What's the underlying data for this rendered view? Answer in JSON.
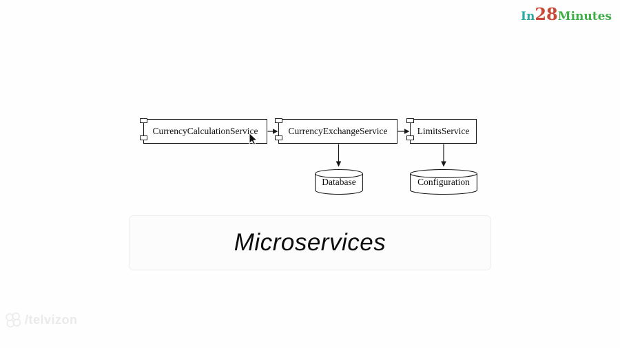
{
  "brand": {
    "prefix": "In",
    "number": "28",
    "suffix": "Minutes",
    "prefix_color": "#2ba8a0",
    "number_color": "#c64a37",
    "suffix_color": "#3fae49"
  },
  "diagram": {
    "line_color": "#1a1a1a",
    "components": [
      {
        "label": "CurrencyCalculationService"
      },
      {
        "label": "CurrencyExchangeService"
      },
      {
        "label": "LimitsService"
      }
    ],
    "datastores": [
      {
        "label": "Database"
      },
      {
        "label": "Configuration"
      }
    ],
    "connections": [
      {
        "from": "CurrencyCalculationService",
        "to": "CurrencyExchangeService"
      },
      {
        "from": "CurrencyExchangeService",
        "to": "LimitsService"
      },
      {
        "from": "CurrencyExchangeService",
        "to": "Database"
      },
      {
        "from": "LimitsService",
        "to": "Configuration"
      }
    ]
  },
  "caption": {
    "text": "Microservices"
  },
  "watermark": {
    "text": "/telvizon"
  }
}
